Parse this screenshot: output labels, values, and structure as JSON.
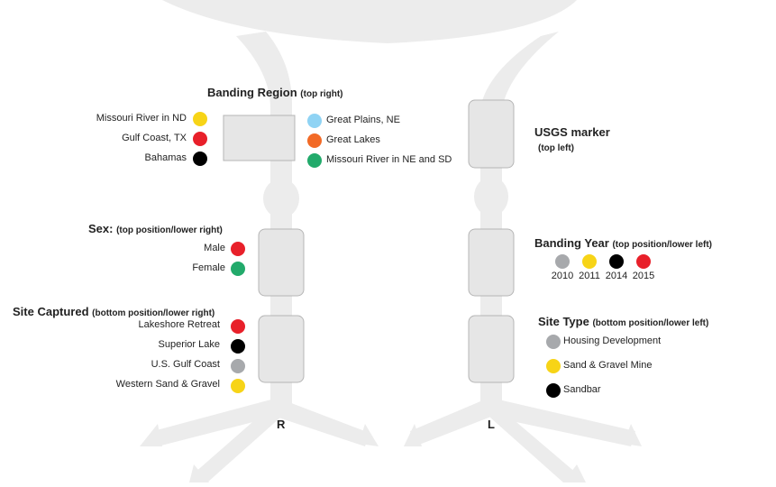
{
  "colors": {
    "yellow": "#f7d417",
    "red": "#e8202a",
    "black": "#000000",
    "lightblue": "#8fd3f4",
    "orange": "#f26a26",
    "green": "#22aa6b",
    "gray": "#a7a9ac",
    "leg": "#ececec",
    "band": "#e6e6e6"
  },
  "banding_region": {
    "title": "Banding Region",
    "note": "(top right)",
    "left": [
      {
        "label": "Missouri River in ND",
        "color": "#f7d417"
      },
      {
        "label": "Gulf Coast, TX",
        "color": "#e8202a"
      },
      {
        "label": "Bahamas",
        "color": "#000000"
      }
    ],
    "right": [
      {
        "label": "Great  Plains, NE",
        "color": "#8fd3f4"
      },
      {
        "label": "Great Lakes",
        "color": "#f26a26"
      },
      {
        "label": "Missouri River in NE and  SD",
        "color": "#22aa6b"
      }
    ]
  },
  "sex": {
    "title": "Sex:",
    "note": "(top position/lower right)",
    "items": [
      {
        "label": "Male",
        "color": "#e8202a"
      },
      {
        "label": "Female",
        "color": "#22aa6b"
      }
    ]
  },
  "site_captured": {
    "title": "Site Captured",
    "note": "(bottom position/lower right)",
    "items": [
      {
        "label": "Lakeshore Retreat",
        "color": "#e8202a"
      },
      {
        "label": "Superior Lake",
        "color": "#000000"
      },
      {
        "label": "U.S. Gulf Coast",
        "color": "#a7a9ac"
      },
      {
        "label": "Western Sand & Gravel",
        "color": "#f7d417"
      }
    ]
  },
  "usgs": {
    "title": "USGS marker",
    "note": "(top left)"
  },
  "banding_year": {
    "title": "Banding Year",
    "note": "(top position/lower left)",
    "items": [
      {
        "label": "2010",
        "color": "#a7a9ac"
      },
      {
        "label": "2011",
        "color": "#f7d417"
      },
      {
        "label": "2014",
        "color": "#000000"
      },
      {
        "label": "2015",
        "color": "#e8202a"
      }
    ]
  },
  "site_type": {
    "title": "Site Type",
    "note": "(bottom position/lower left)",
    "items": [
      {
        "label": "Housing Development",
        "color": "#a7a9ac"
      },
      {
        "label": "Sand & Gravel Mine",
        "color": "#f7d417"
      },
      {
        "label": "Sandbar",
        "color": "#000000"
      }
    ]
  },
  "legs": {
    "right": "R",
    "left": "L"
  }
}
